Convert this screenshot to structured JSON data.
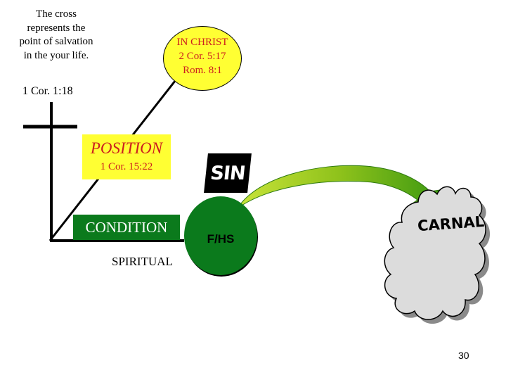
{
  "cross_note": [
    "The cross",
    "represents the",
    "point of salvation",
    "in the your life."
  ],
  "in_christ": [
    "IN CHRIST",
    "2 Cor. 5:17",
    "Rom. 8:1"
  ],
  "ref_1cor": "1 Cor. 1:18",
  "position": {
    "title": "POSITION",
    "ref": "1 Cor. 15:22"
  },
  "sin": "SIN",
  "condition": "CONDITION",
  "fhs": "F/HS",
  "spiritual": "SPIRITUAL",
  "carnal": "CARNAL",
  "page_number": "30",
  "colors": {
    "yellow": "#ffff33",
    "red_text": "#cc1f1f",
    "green": "#0b7a1c",
    "arrow_green": "#8fc21b",
    "cloud": "#dcdcdc"
  }
}
